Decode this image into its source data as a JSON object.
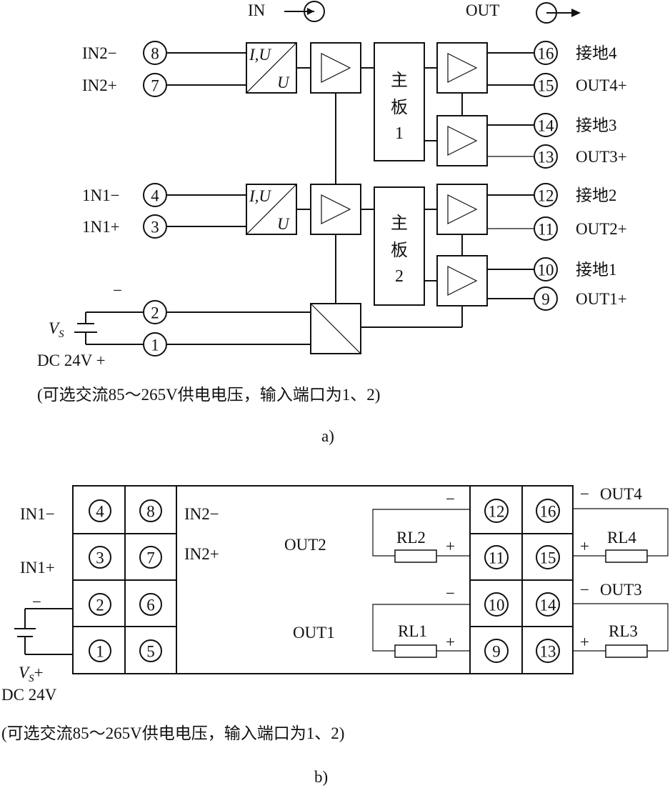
{
  "a": {
    "legend": {
      "in": "IN",
      "out": "OUT"
    },
    "inputs": [
      {
        "num": "8",
        "label": "IN2−"
      },
      {
        "num": "7",
        "label": "IN2+"
      },
      {
        "num": "4",
        "label": "1N1−"
      },
      {
        "num": "3",
        "label": "1N1+"
      }
    ],
    "converter": {
      "top": "I,U",
      "bottom": "U"
    },
    "boards": [
      {
        "line1": "主",
        "line2": "板",
        "line3": "1"
      },
      {
        "line1": "主",
        "line2": "板",
        "line3": "2"
      }
    ],
    "outputs": [
      {
        "num": "16",
        "label": "接地4"
      },
      {
        "num": "15",
        "label": "OUT4+"
      },
      {
        "num": "14",
        "label": "接地3"
      },
      {
        "num": "13",
        "label": "OUT3+"
      },
      {
        "num": "12",
        "label": "接地2"
      },
      {
        "num": "11",
        "label": "OUT2+"
      },
      {
        "num": "10",
        "label": "接地1"
      },
      {
        "num": "9",
        "label": "OUT1+"
      }
    ],
    "power": {
      "minus": "−",
      "pin2": "2",
      "pin1": "1",
      "vs": "V",
      "vs_sub": "S",
      "dc": "DC 24V +"
    },
    "note": "(可选交流85～265V供电电压，输入端口为1、2)",
    "caption": "a)"
  },
  "b": {
    "left_col": [
      "4",
      "3",
      "2",
      "1"
    ],
    "mid_col": [
      "8",
      "7",
      "6",
      "5"
    ],
    "left_labels": [
      "IN1−",
      "IN1+"
    ],
    "mid_labels": [
      "IN2−",
      "IN2+"
    ],
    "out_col1": [
      "12",
      "11",
      "10",
      "9"
    ],
    "out_col2": [
      "16",
      "15",
      "14",
      "13"
    ],
    "out_names": {
      "out2": "OUT2",
      "out1": "OUT1",
      "out4": "OUT4",
      "out3": "OUT3"
    },
    "loads": [
      "RL2",
      "RL1",
      "RL4",
      "RL3"
    ],
    "signs": {
      "minus": "−",
      "plus": "+"
    },
    "power": {
      "minus": "−",
      "vs": "V",
      "vs_sub": "S",
      "plus": "+",
      "dc": "DC 24V"
    },
    "note": "(可选交流85～265V供电电压，输入端口为1、2)",
    "caption": "b)"
  }
}
